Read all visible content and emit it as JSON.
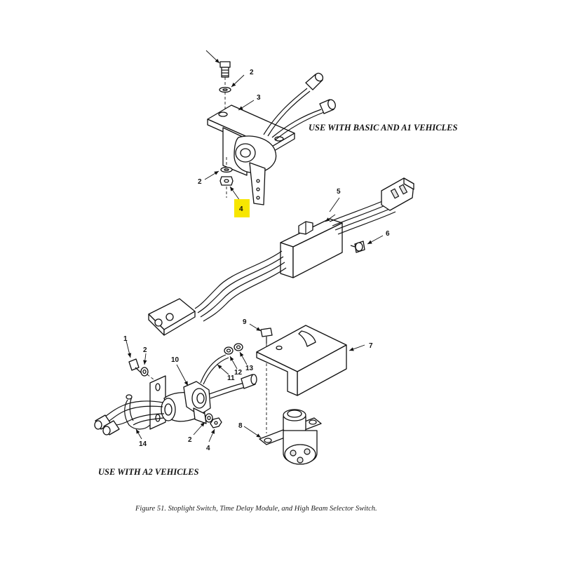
{
  "headings": {
    "basic_a1": "USE WITH BASIC AND A1 VEHICLES",
    "a2": "USE WITH A2 VEHICLES"
  },
  "caption": "Figure 51.  Stoplight Switch, Time Delay Module, and High Beam Selector Switch.",
  "callouts": {
    "top_2": "2",
    "top_3": "3",
    "left_2": "2",
    "highlight_4": "4",
    "c5": "5",
    "c6": "6",
    "c7": "7",
    "c8": "8",
    "c9": "9",
    "c10": "10",
    "c11": "11",
    "c12": "12",
    "c13": "13",
    "c14": "14",
    "a2_1": "1",
    "a2_2_top": "2",
    "a2_2_bottom": "2",
    "a2_4": "4"
  },
  "colors": {
    "highlight": "#f7e600",
    "ink": "#111111"
  }
}
